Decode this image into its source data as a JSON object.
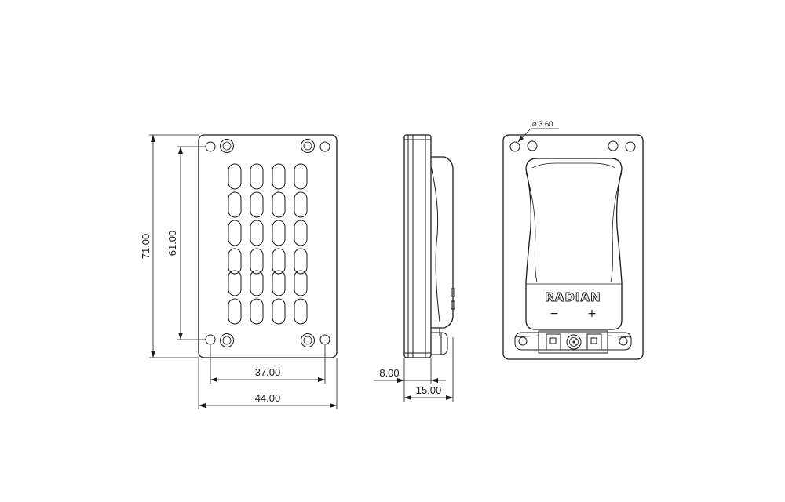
{
  "drawing": {
    "front_view": {
      "dimensions": {
        "overall_height": "71.00",
        "hole_spacing_vertical": "61.00",
        "hole_spacing_horizontal": "37.00",
        "overall_width": "44.00"
      }
    },
    "side_view": {
      "dimensions": {
        "flange_thickness": "8.00",
        "overall_depth": "15.00"
      }
    },
    "rear_view": {
      "hole_diameter": "3.60",
      "brand_label": "RADIAN",
      "negative_terminal": "−",
      "positive_terminal": "+"
    }
  }
}
